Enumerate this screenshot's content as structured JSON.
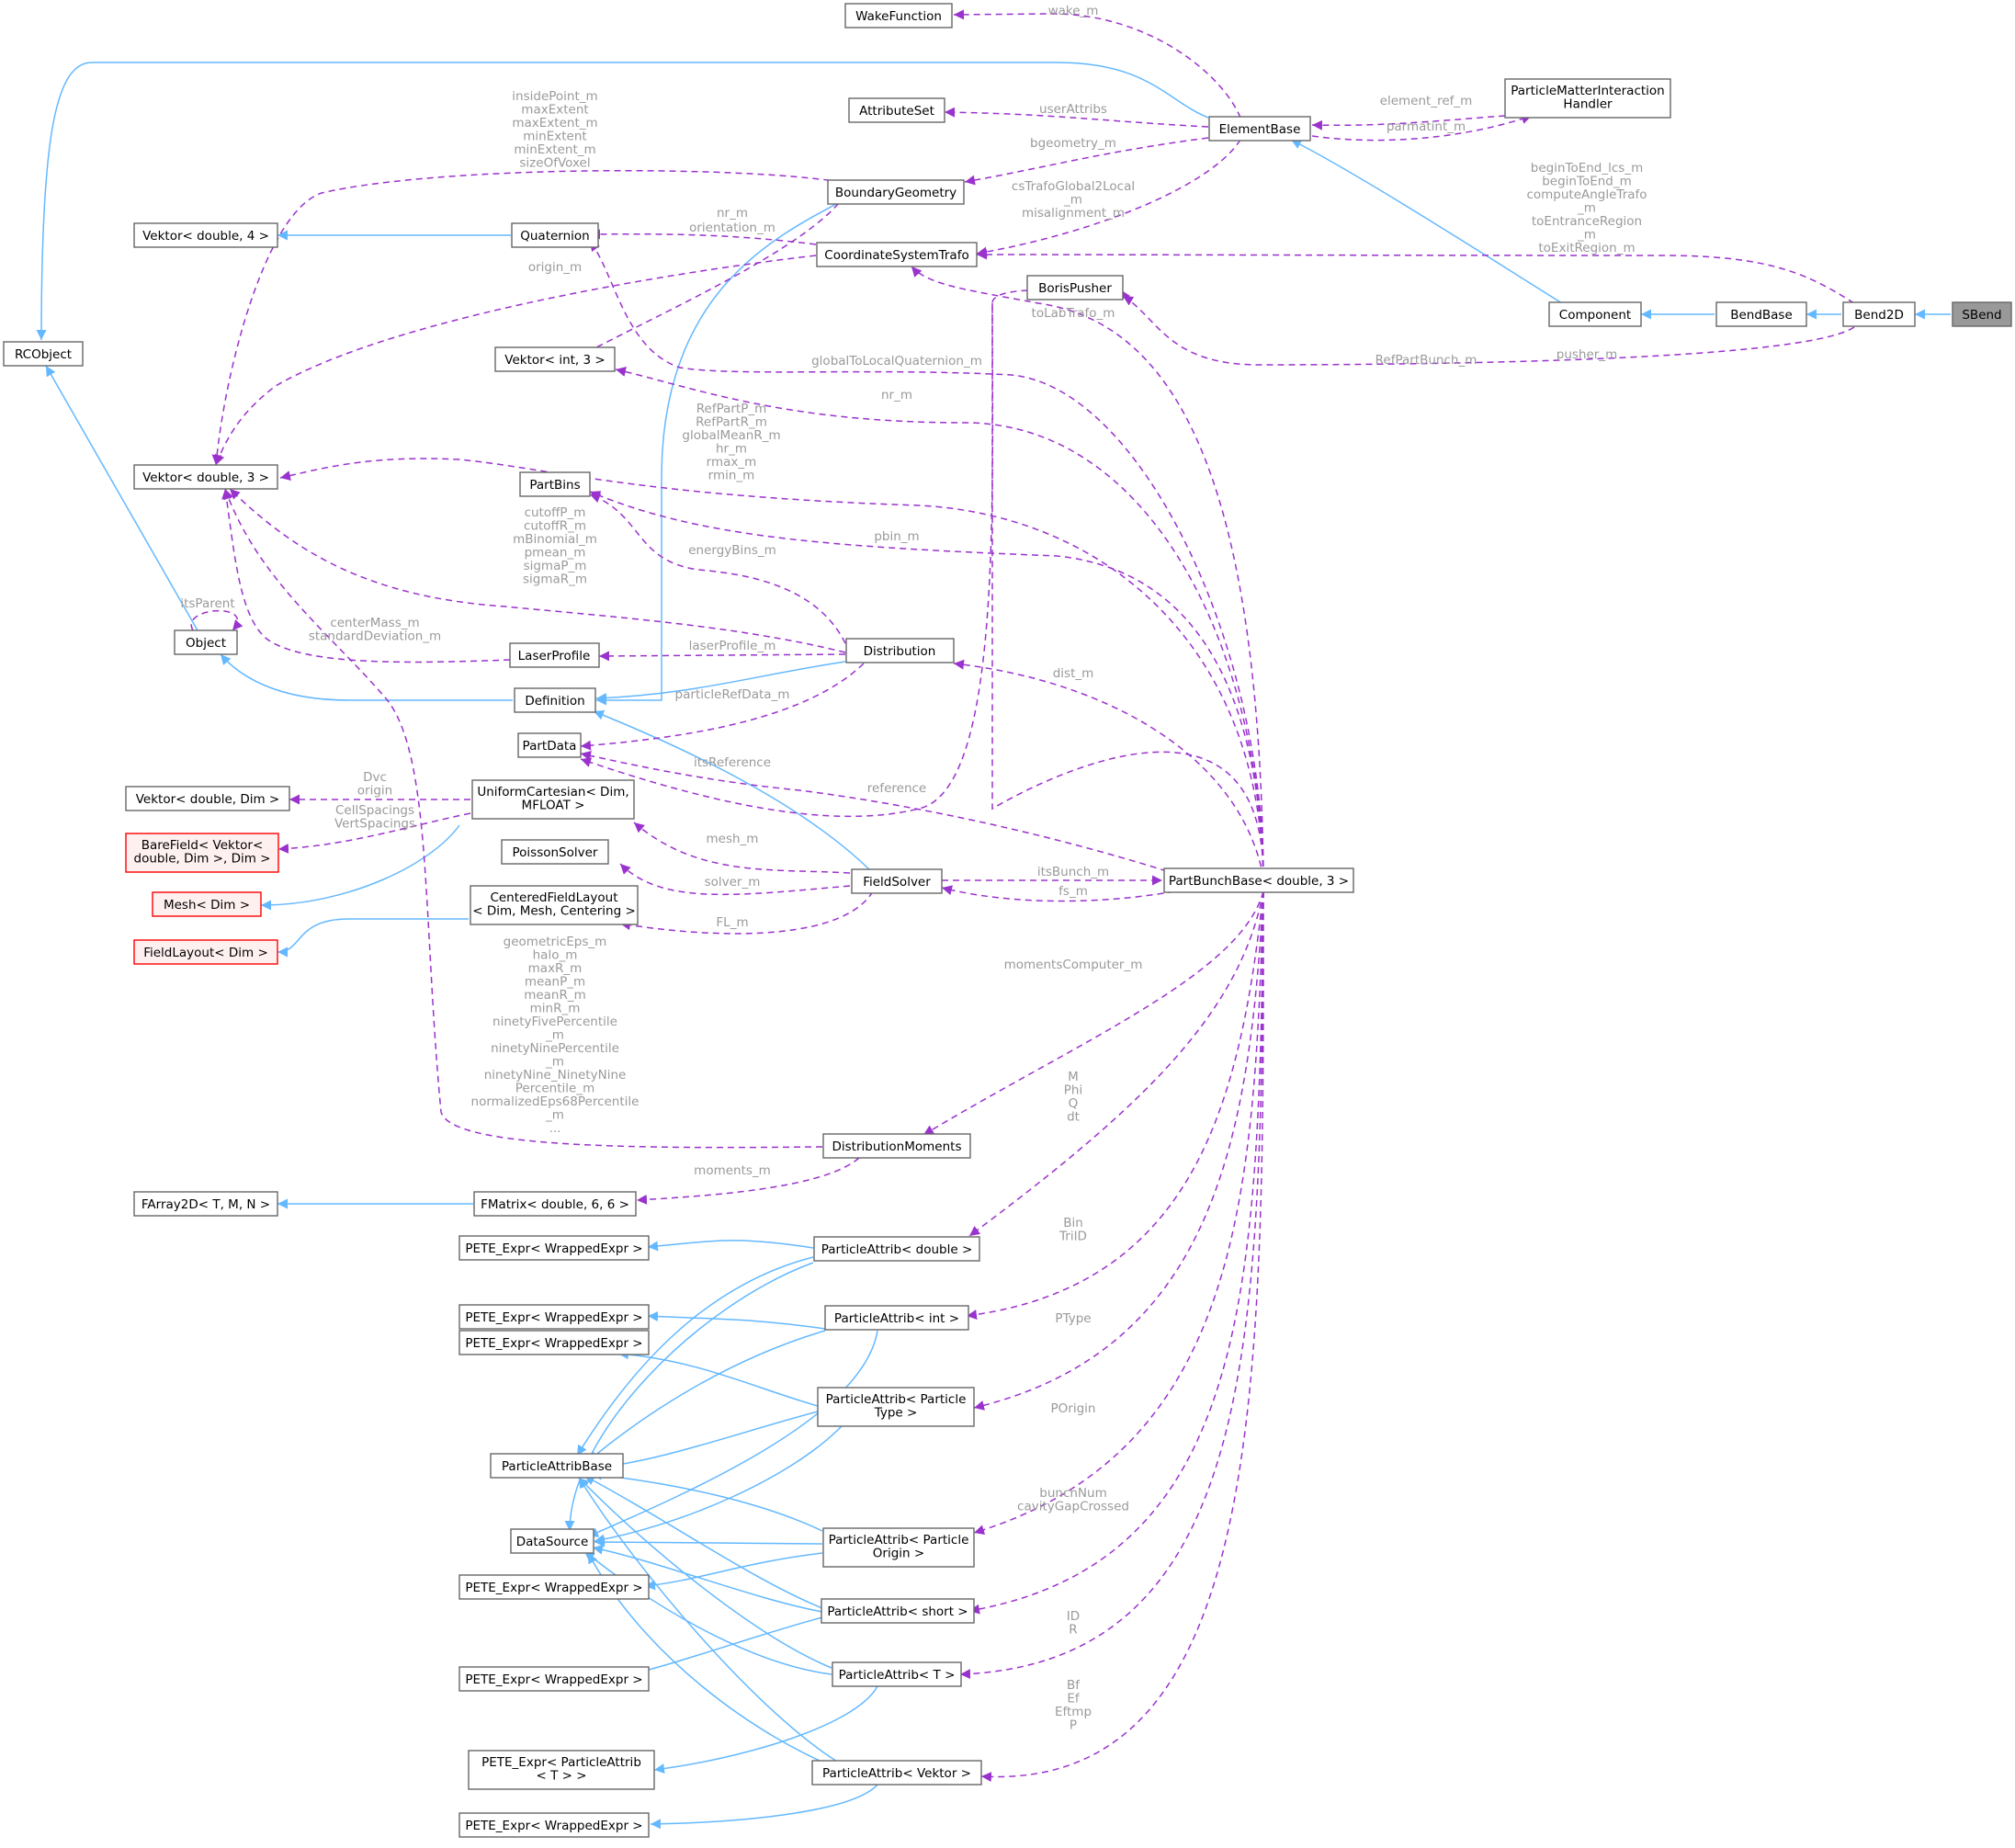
{
  "colors": {
    "inheritance_edge": "#63b8ff",
    "usage_edge": "#9a32cd",
    "edge_label": "#9a9a9a",
    "node_border": "#666666",
    "template_node_border": "#ff0000",
    "template_node_fill": "#fff0f0",
    "focus_node_fill": "#999999"
  },
  "nodes": {
    "wake_function": [
      "WakeFunction"
    ],
    "attribute_set": [
      "AttributeSet"
    ],
    "element_base": [
      "ElementBase"
    ],
    "pmi_handler": [
      "ParticleMatterInteraction",
      "Handler"
    ],
    "boundary_geometry": [
      "BoundaryGeometry"
    ],
    "vektor_double_4": [
      "Vektor< double, 4 >"
    ],
    "quaternion": [
      "Quaternion"
    ],
    "coordinate_system_trafo": [
      "CoordinateSystemTrafo"
    ],
    "boris_pusher": [
      "BorisPusher"
    ],
    "component": [
      "Component"
    ],
    "bend_base": [
      "BendBase"
    ],
    "bend2d": [
      "Bend2D"
    ],
    "sbend": [
      "SBend"
    ],
    "rcobject": [
      "RCObject"
    ],
    "vektor_int_3": [
      "Vektor< int, 3 >"
    ],
    "vektor_double_3": [
      "Vektor< double, 3 >"
    ],
    "part_bins": [
      "PartBins"
    ],
    "object": [
      "Object"
    ],
    "laser_profile": [
      "LaserProfile"
    ],
    "distribution": [
      "Distribution"
    ],
    "definition": [
      "Definition"
    ],
    "part_data": [
      "PartData"
    ],
    "vektor_double_dim": [
      "Vektor< double, Dim >"
    ],
    "uniform_cartesian": [
      "UniformCartesian< Dim,",
      "MFLOAT >"
    ],
    "bare_field": [
      "BareField< Vektor<",
      "double, Dim >, Dim >"
    ],
    "mesh_dim": [
      "Mesh< Dim >"
    ],
    "poisson_solver": [
      "PoissonSolver"
    ],
    "field_solver": [
      "FieldSolver"
    ],
    "part_bunch_base": [
      "PartBunchBase< double, 3 >"
    ],
    "centered_field_layout": [
      "CenteredFieldLayout",
      "< Dim, Mesh, Centering >"
    ],
    "field_layout_dim": [
      "FieldLayout< Dim >"
    ],
    "distribution_moments": [
      "DistributionMoments"
    ],
    "farray2d": [
      "FArray2D< T, M, N >"
    ],
    "fmatrix": [
      "FMatrix< double, 6, 6 >"
    ],
    "pete_expr_1": [
      "PETE_Expr< WrappedExpr >"
    ],
    "pa_double": [
      "ParticleAttrib< double >"
    ],
    "pete_expr_2": [
      "PETE_Expr< WrappedExpr >"
    ],
    "pa_int": [
      "ParticleAttrib< int >"
    ],
    "pete_expr_3": [
      "PETE_Expr< WrappedExpr >"
    ],
    "pa_particle_type": [
      "ParticleAttrib< Particle",
      "Type >"
    ],
    "particle_attrib_base": [
      "ParticleAttribBase"
    ],
    "data_source": [
      "DataSource"
    ],
    "pa_particle_origin": [
      "ParticleAttrib< Particle",
      "Origin >"
    ],
    "pete_expr_4": [
      "PETE_Expr< WrappedExpr >"
    ],
    "pa_short": [
      "ParticleAttrib< short >"
    ],
    "pete_expr_5": [
      "PETE_Expr< WrappedExpr >"
    ],
    "pa_t": [
      "ParticleAttrib< T >"
    ],
    "pete_expr_pa": [
      "PETE_Expr< ParticleAttrib",
      "< T > >"
    ],
    "pa_vektor": [
      "ParticleAttrib< Vektor >"
    ],
    "pete_expr_6": [
      "PETE_Expr< WrappedExpr >"
    ]
  },
  "edge_labels": {
    "wake_m": [
      "wake_m"
    ],
    "userattribs": [
      "userAttribs"
    ],
    "element_ref_m": [
      "element_ref_m"
    ],
    "parmatint_m": [
      "parmatint_m"
    ],
    "bgeometry_m": [
      "bgeometry_m"
    ],
    "cstrafo": [
      "csTrafoGlobal2Local",
      "_m",
      "misalignment_m"
    ],
    "bend2d_trafo": [
      "beginToEnd_lcs_m",
      "beginToEnd_m",
      "computeAngleTrafo",
      "_m",
      "toEntranceRegion",
      "_m",
      "toExitRegion_m"
    ],
    "bg_vektor3": [
      "insidePoint_m",
      "maxExtent",
      "maxExtent_m",
      "minExtent",
      "minExtent_m",
      "sizeOfVoxel"
    ],
    "nr_m_top": [
      "nr_m"
    ],
    "orientation_m": [
      "orientation_m"
    ],
    "origin_m": [
      "origin_m"
    ],
    "tolabtrafo_m": [
      "toLabTrafo_m"
    ],
    "refpartbunch_m": [
      "RefPartBunch_m"
    ],
    "pusher_m": [
      "pusher_m"
    ],
    "globaltolocalquaternion_m": [
      "globalToLocalQuaternion_m"
    ],
    "nr_m": [
      "nr_m"
    ],
    "pbb_vektor3": [
      "RefPartP_m",
      "RefPartR_m",
      "globalMeanR_m",
      "hr_m",
      "rmax_m",
      "rmin_m"
    ],
    "pbin_m": [
      "pbin_m"
    ],
    "energybins_m": [
      "energyBins_m"
    ],
    "dist_vektor3": [
      "cutoffP_m",
      "cutoffR_m",
      "mBinomial_m",
      "pmean_m",
      "sigmaP_m",
      "sigmaR_m"
    ],
    "itsparent": [
      "itsParent"
    ],
    "laser_vektor3": [
      "centerMass_m",
      "standardDeviation_m"
    ],
    "laserprofile_m": [
      "laserProfile_m"
    ],
    "dist_m": [
      "dist_m"
    ],
    "particlerefdata_m": [
      "particleRefData_m"
    ],
    "itsreference": [
      "itsReference"
    ],
    "reference": [
      "reference"
    ],
    "dvc_origin": [
      "Dvc",
      "origin"
    ],
    "cellspacings": [
      "CellSpacings",
      "VertSpacings"
    ],
    "mesh_m": [
      "mesh_m"
    ],
    "itsbunch_m": [
      "itsBunch_m"
    ],
    "fs_m": [
      "fs_m"
    ],
    "solver_m": [
      "solver_m"
    ],
    "fl_m": [
      "FL_m"
    ],
    "moments_vektor3": [
      "geometricEps_m",
      "halo_m",
      "maxR_m",
      "meanP_m",
      "meanR_m",
      "minR_m",
      "ninetyFivePercentile",
      "_m",
      "ninetyNinePercentile",
      "_m",
      "ninetyNine_NinetyNine",
      "Percentile_m",
      "normalizedEps68Percentile",
      "_m",
      "..."
    ],
    "momentscomputer_m": [
      "momentsComputer_m"
    ],
    "pa_double_attrs": [
      "M",
      "Phi",
      "Q",
      "dt"
    ],
    "moments_m": [
      "moments_m"
    ],
    "pa_int_attrs": [
      "Bin",
      "TriID"
    ],
    "ptype": [
      "PType"
    ],
    "porigin": [
      "POrigin"
    ],
    "pa_short_attrs": [
      "bunchNum",
      "cavityGapCrossed"
    ],
    "pa_t_attrs": [
      "ID",
      "R"
    ],
    "pa_vektor_attrs": [
      "Bf",
      "Ef",
      "Eftmp",
      "P"
    ]
  }
}
